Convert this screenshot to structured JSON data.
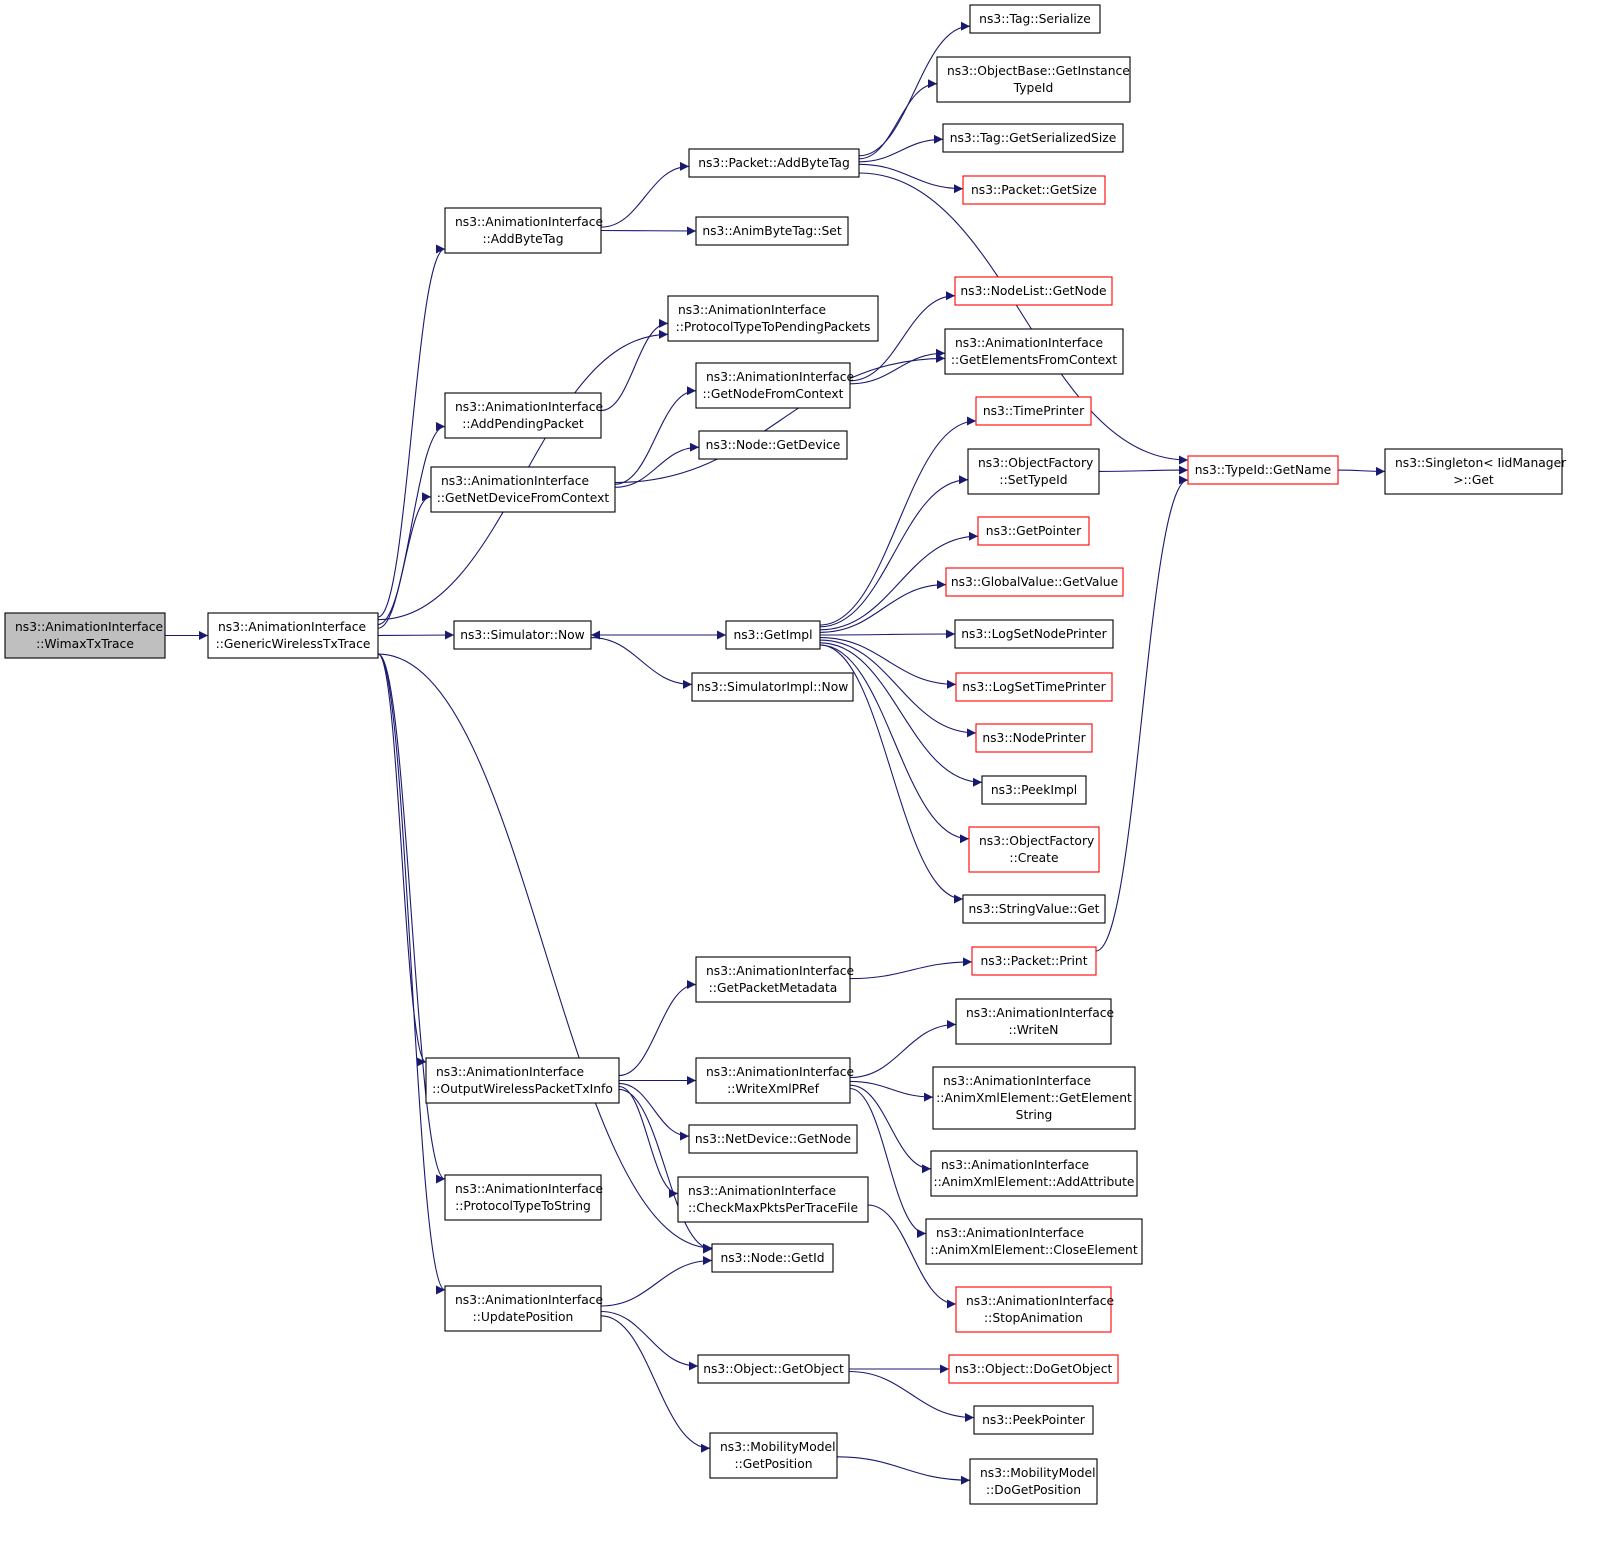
{
  "colors": {
    "edge": "#191970",
    "root_fill": "#bfbfbf",
    "node_fill": "#ffffff",
    "node_border": "#000000",
    "truncated_border": "#ff0000"
  },
  "nodes": [
    {
      "id": "wimax",
      "lines": [
        "ns3::AnimationInterface",
        "::WimaxTxTrace"
      ],
      "root": true
    },
    {
      "id": "gwt",
      "lines": [
        "ns3::AnimationInterface",
        "::GenericWirelessTxTrace"
      ]
    },
    {
      "id": "abt",
      "lines": [
        "ns3::AnimationInterface",
        "::AddByteTag"
      ]
    },
    {
      "id": "pt2pp",
      "lines": [
        "ns3::AnimationInterface",
        "::ProtocolTypeToPendingPackets"
      ]
    },
    {
      "id": "app",
      "lines": [
        "ns3::AnimationInterface",
        "::AddPendingPacket"
      ]
    },
    {
      "id": "gndfc",
      "lines": [
        "ns3::AnimationInterface",
        "::GetNetDeviceFromContext"
      ]
    },
    {
      "id": "gnfc",
      "lines": [
        "ns3::AnimationInterface",
        "::GetNodeFromContext"
      ]
    },
    {
      "id": "nodegetdev",
      "lines": [
        "ns3::Node::GetDevice"
      ]
    },
    {
      "id": "pabt",
      "lines": [
        "ns3::Packet::AddByteTag"
      ]
    },
    {
      "id": "abtset",
      "lines": [
        "ns3::AnimByteTag::Set"
      ]
    },
    {
      "id": "tagser",
      "lines": [
        "ns3::Tag::Serialize"
      ]
    },
    {
      "id": "obgit",
      "lines": [
        "ns3::ObjectBase::GetInstance",
        "TypeId"
      ]
    },
    {
      "id": "taggss",
      "lines": [
        "ns3::Tag::GetSerializedSize"
      ]
    },
    {
      "id": "pgs",
      "lines": [
        "ns3::Packet::GetSize"
      ],
      "truncated": true
    },
    {
      "id": "nlgn",
      "lines": [
        "ns3::NodeList::GetNode"
      ],
      "truncated": true
    },
    {
      "id": "gefc",
      "lines": [
        "ns3::AnimationInterface",
        "::GetElementsFromContext"
      ]
    },
    {
      "id": "simnow",
      "lines": [
        "ns3::Simulator::Now"
      ]
    },
    {
      "id": "getimpl",
      "lines": [
        "ns3::GetImpl"
      ]
    },
    {
      "id": "siminow",
      "lines": [
        "ns3::SimulatorImpl::Now"
      ]
    },
    {
      "id": "tprinter",
      "lines": [
        "ns3::TimePrinter"
      ],
      "truncated": true
    },
    {
      "id": "ofsti",
      "lines": [
        "ns3::ObjectFactory",
        "::SetTypeId"
      ]
    },
    {
      "id": "getptr",
      "lines": [
        "ns3::GetPointer"
      ],
      "truncated": true
    },
    {
      "id": "gvgv",
      "lines": [
        "ns3::GlobalValue::GetValue"
      ],
      "truncated": true
    },
    {
      "id": "lsnp",
      "lines": [
        "ns3::LogSetNodePrinter"
      ]
    },
    {
      "id": "lstp",
      "lines": [
        "ns3::LogSetTimePrinter"
      ],
      "truncated": true
    },
    {
      "id": "nprinter",
      "lines": [
        "ns3::NodePrinter"
      ],
      "truncated": true
    },
    {
      "id": "peekimpl",
      "lines": [
        "ns3::PeekImpl"
      ]
    },
    {
      "id": "ofcreate",
      "lines": [
        "ns3::ObjectFactory",
        "::Create"
      ],
      "truncated": true
    },
    {
      "id": "svget",
      "lines": [
        "ns3::StringValue::Get"
      ]
    },
    {
      "id": "tigetname",
      "lines": [
        "ns3::TypeId::GetName"
      ],
      "truncated": true
    },
    {
      "id": "singleton",
      "lines": [
        "ns3::Singleton< IidManager",
        ">::Get"
      ]
    },
    {
      "id": "gpm",
      "lines": [
        "ns3::AnimationInterface",
        "::GetPacketMetadata"
      ]
    },
    {
      "id": "pprint",
      "lines": [
        "ns3::Packet::Print"
      ],
      "truncated": true
    },
    {
      "id": "owptx",
      "lines": [
        "ns3::AnimationInterface",
        "::OutputWirelessPacketTxInfo"
      ]
    },
    {
      "id": "wxpref",
      "lines": [
        "ns3::AnimationInterface",
        "::WriteXmlPRef"
      ]
    },
    {
      "id": "writen",
      "lines": [
        "ns3::AnimationInterface",
        "::WriteN"
      ]
    },
    {
      "id": "axges",
      "lines": [
        "ns3::AnimationInterface",
        "::AnimXmlElement::GetElement",
        "String"
      ]
    },
    {
      "id": "axaa",
      "lines": [
        "ns3::AnimationInterface",
        "::AnimXmlElement::AddAttribute"
      ]
    },
    {
      "id": "axce",
      "lines": [
        "ns3::AnimationInterface",
        "::AnimXmlElement::CloseElement"
      ]
    },
    {
      "id": "ndgn",
      "lines": [
        "ns3::NetDevice::GetNode"
      ]
    },
    {
      "id": "cmpptf",
      "lines": [
        "ns3::AnimationInterface",
        "::CheckMaxPktsPerTraceFile"
      ]
    },
    {
      "id": "pt2s",
      "lines": [
        "ns3::AnimationInterface",
        "::ProtocolTypeToString"
      ]
    },
    {
      "id": "nodegetid",
      "lines": [
        "ns3::Node::GetId"
      ]
    },
    {
      "id": "stopanim",
      "lines": [
        "ns3::AnimationInterface",
        "::StopAnimation"
      ],
      "truncated": true
    },
    {
      "id": "updpos",
      "lines": [
        "ns3::AnimationInterface",
        "::UpdatePosition"
      ]
    },
    {
      "id": "objgo",
      "lines": [
        "ns3::Object::GetObject"
      ]
    },
    {
      "id": "objdgo",
      "lines": [
        "ns3::Object::DoGetObject"
      ],
      "truncated": true
    },
    {
      "id": "peekptr",
      "lines": [
        "ns3::PeekPointer"
      ]
    },
    {
      "id": "mmgp",
      "lines": [
        "ns3::MobilityModel",
        "::GetPosition"
      ]
    },
    {
      "id": "mmdgp",
      "lines": [
        "ns3::MobilityModel",
        "::DoGetPosition"
      ]
    }
  ],
  "edges": [
    [
      "wimax",
      "gwt"
    ],
    [
      "gwt",
      "abt"
    ],
    [
      "gwt",
      "pt2pp"
    ],
    [
      "gwt",
      "app"
    ],
    [
      "gwt",
      "gndfc"
    ],
    [
      "gwt",
      "simnow"
    ],
    [
      "gwt",
      "owptx"
    ],
    [
      "gwt",
      "pt2s"
    ],
    [
      "gwt",
      "nodegetid"
    ],
    [
      "gwt",
      "updpos"
    ],
    [
      "abt",
      "pabt"
    ],
    [
      "abt",
      "abtset"
    ],
    [
      "pabt",
      "tagser"
    ],
    [
      "pabt",
      "obgit"
    ],
    [
      "pabt",
      "taggss"
    ],
    [
      "pabt",
      "pgs"
    ],
    [
      "pabt",
      "tigetname"
    ],
    [
      "app",
      "pt2pp"
    ],
    [
      "gndfc",
      "gnfc"
    ],
    [
      "gndfc",
      "nodegetdev"
    ],
    [
      "gndfc",
      "gefc"
    ],
    [
      "gnfc",
      "nlgn"
    ],
    [
      "gnfc",
      "gefc"
    ],
    [
      "simnow",
      "getimpl"
    ],
    [
      "simnow",
      "siminow"
    ],
    [
      "getimpl",
      "simnow"
    ],
    [
      "getimpl",
      "tprinter"
    ],
    [
      "getimpl",
      "ofsti"
    ],
    [
      "getimpl",
      "getptr"
    ],
    [
      "getimpl",
      "gvgv"
    ],
    [
      "getimpl",
      "lsnp"
    ],
    [
      "getimpl",
      "lstp"
    ],
    [
      "getimpl",
      "nprinter"
    ],
    [
      "getimpl",
      "peekimpl"
    ],
    [
      "getimpl",
      "ofcreate"
    ],
    [
      "getimpl",
      "svget"
    ],
    [
      "ofsti",
      "tigetname"
    ],
    [
      "tigetname",
      "singleton"
    ],
    [
      "owptx",
      "gpm"
    ],
    [
      "owptx",
      "wxpref"
    ],
    [
      "owptx",
      "ndgn"
    ],
    [
      "owptx",
      "cmpptf"
    ],
    [
      "owptx",
      "nodegetid"
    ],
    [
      "gpm",
      "pprint"
    ],
    [
      "pprint",
      "tigetname"
    ],
    [
      "wxpref",
      "writen"
    ],
    [
      "wxpref",
      "axges"
    ],
    [
      "wxpref",
      "axaa"
    ],
    [
      "wxpref",
      "axce"
    ],
    [
      "cmpptf",
      "stopanim"
    ],
    [
      "updpos",
      "nodegetid"
    ],
    [
      "updpos",
      "objgo"
    ],
    [
      "updpos",
      "mmgp"
    ],
    [
      "objgo",
      "objdgo"
    ],
    [
      "objgo",
      "peekptr"
    ],
    [
      "mmgp",
      "mmdgp"
    ]
  ]
}
